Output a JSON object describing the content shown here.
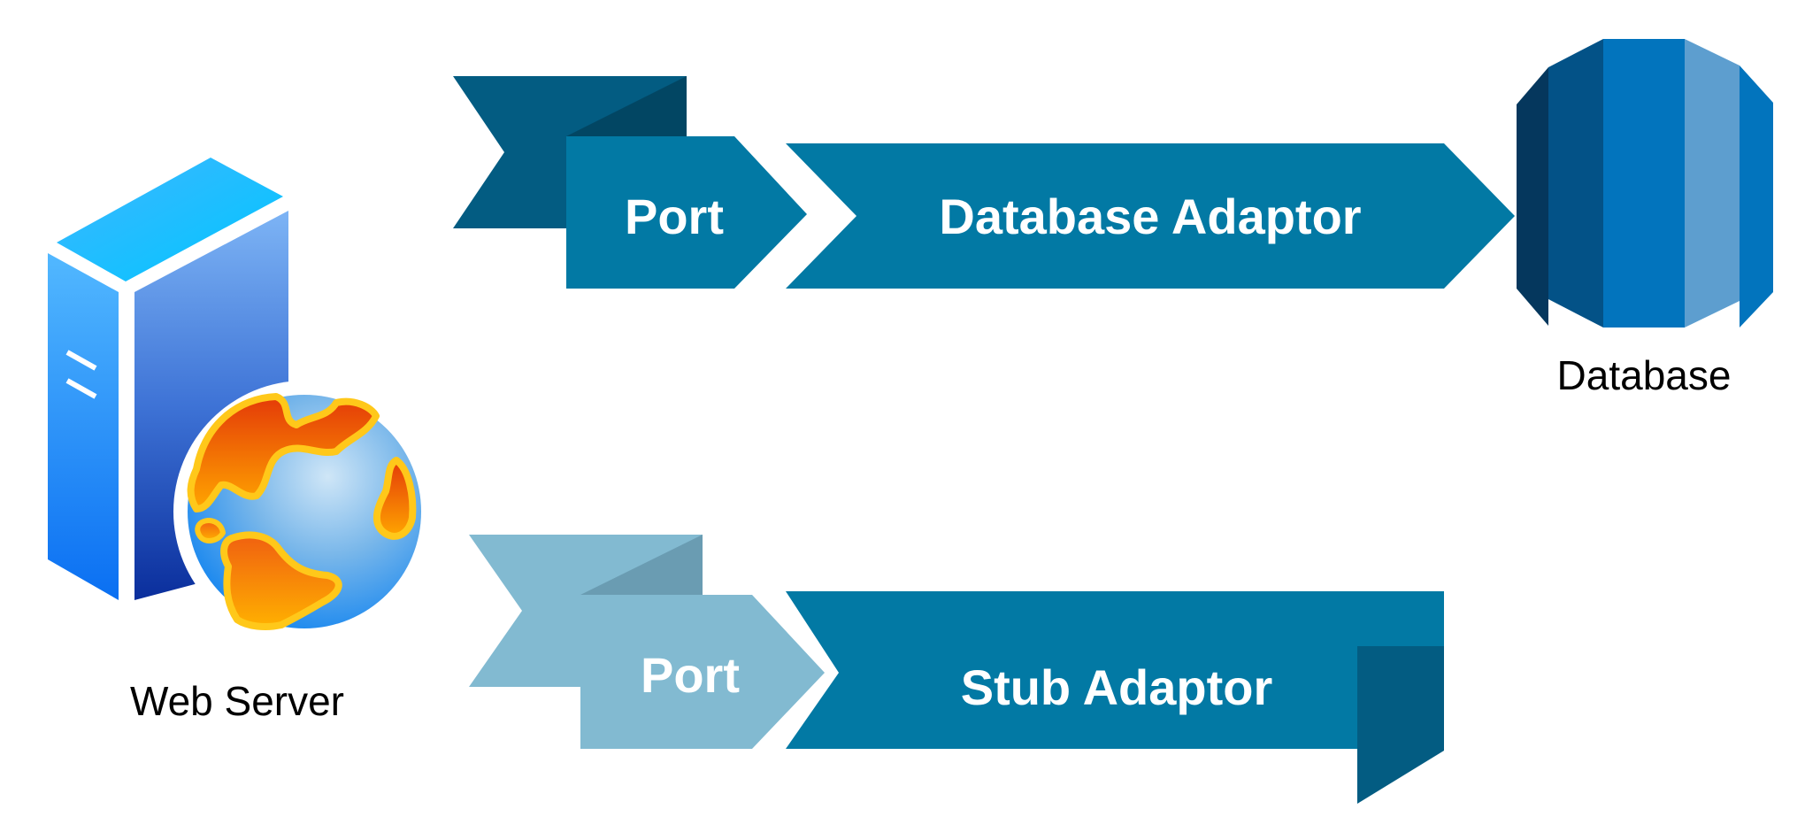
{
  "nodes": {
    "web_server": {
      "label": "Web Server",
      "icon": "web-server-globe-icon"
    },
    "database": {
      "label": "Database",
      "icon": "database-cylinder-icon"
    }
  },
  "adaptors": {
    "top": {
      "port_label": "Port",
      "adaptor_label": "Database Adaptor"
    },
    "bottom": {
      "port_label": "Port",
      "adaptor_label": "Stub Adaptor"
    }
  },
  "colors": {
    "banner_primary": "#0279A4",
    "banner_dark": "#035C82",
    "banner_darkest": "#024663",
    "banner_light": "#82BAD1",
    "banner_light_dark": "#6A9CB2",
    "db_darkest": "#05375D",
    "db_dark": "#035287",
    "db_mid": "#0274BD",
    "db_light": "#5D9ECF"
  }
}
